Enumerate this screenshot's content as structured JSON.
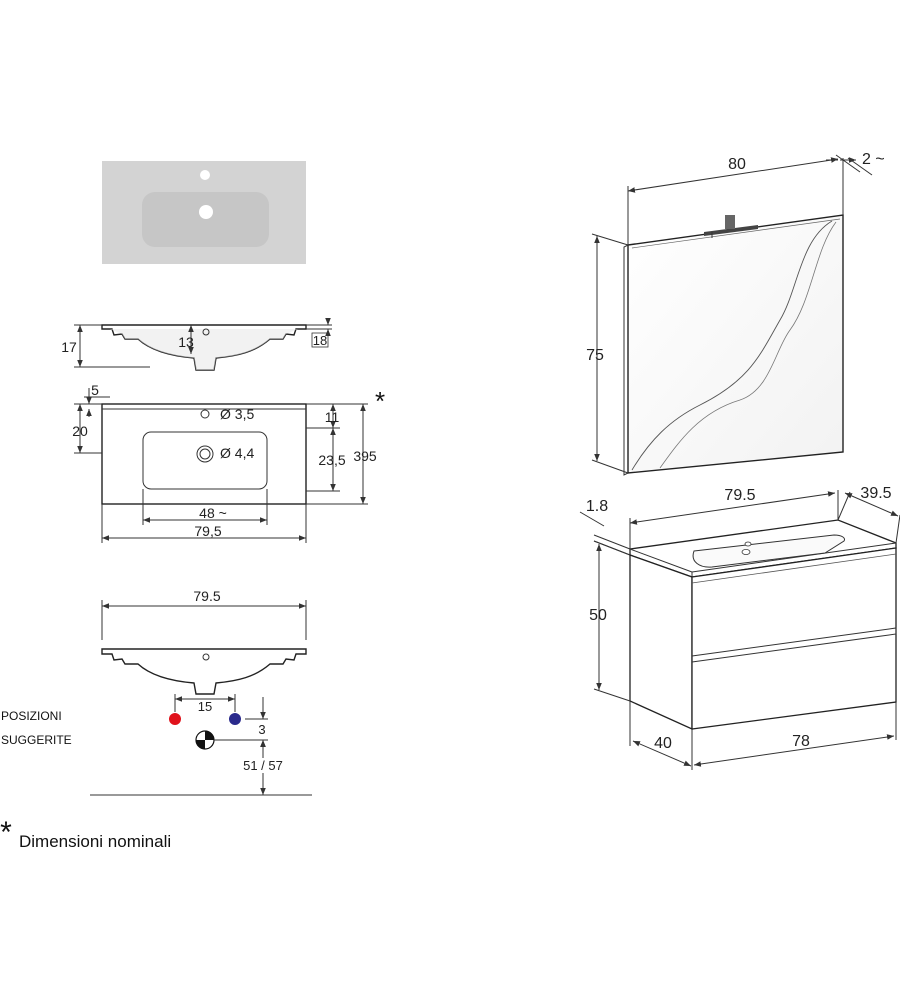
{
  "sink_top_view": {},
  "section_view": {
    "dim_height": "17",
    "dim_inner": "13",
    "dim_edge": "18"
  },
  "plan_view": {
    "dim_edge": "5",
    "dim_depth": "20",
    "hole_tap": "Ø 3,5",
    "hole_drain": "Ø 4,4",
    "dim_11": "11",
    "dim_235": "23,5",
    "dim_395": "395",
    "asterisk": "*",
    "dim_basin_width": "48 ~",
    "dim_total_width": "79,5"
  },
  "install_view": {
    "dim_width": "79.5",
    "dim_15": "15",
    "dim_3": "3",
    "dim_height": "51 / 57",
    "positions_line1": "POSIZIONI",
    "positions_line2": "SUGGERITE",
    "hot_color": "#e0121b",
    "cold_color": "#2a2a8c"
  },
  "mirror_view": {
    "dim_width": "80",
    "dim_depth": "2 ~",
    "dim_height": "75"
  },
  "cabinet_view": {
    "dim_top_thickness": "1.8",
    "dim_top_width": "79.5",
    "dim_top_depth": "39.5",
    "dim_height": "50",
    "dim_depth": "40",
    "dim_width": "78"
  },
  "footnote": {
    "asterisk": "*",
    "text": "Dimensioni nominali"
  }
}
